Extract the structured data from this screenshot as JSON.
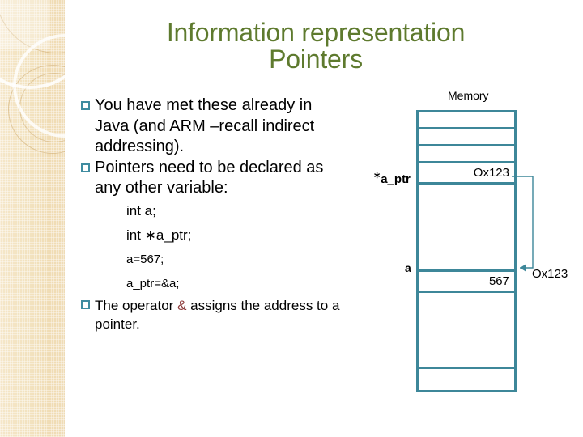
{
  "slide": {
    "title_line1": "Information representation",
    "title_line2": "Pointers",
    "title_color": "#5e7a2e",
    "accent_color": "#3d8799",
    "amp_color": "#8c3a3a",
    "background": "#ffffff",
    "sidebar_color": "#f2e2bf"
  },
  "bullets": [
    {
      "marker": "square-bullet",
      "text": "You have met these already in Java (and ARM –recall indirect addressing)."
    },
    {
      "marker": "square-bullet",
      "text": "Pointers need to be declared as any other variable:"
    }
  ],
  "code": [
    {
      "text": "int a;"
    },
    {
      "text": "int ∗a_ptr;"
    },
    {
      "text": "a=567;"
    },
    {
      "text": "a_ptr=&a;"
    }
  ],
  "final_bullet": {
    "marker": "square-bullet",
    "prefix": "The operator ",
    "operator": "&",
    "suffix": " assigns the address to a pointer."
  },
  "memory": {
    "title": "Memory",
    "pointer_label": "a_ptr",
    "pointer_label_star": "∗",
    "variable_label": "a",
    "pointer_value": "Ox123",
    "variable_value": "567",
    "address_annotation": "Ox123",
    "cells": [
      {
        "value": "",
        "height": 21
      },
      {
        "value": "",
        "height": 21
      },
      {
        "value": "",
        "height": 21
      },
      {
        "value": "Ox123",
        "height": 26
      },
      {
        "value": "",
        "height": 108
      },
      {
        "value": "567",
        "height": 26
      },
      {
        "value": "",
        "height": 94
      },
      {
        "value": "",
        "height": 26
      }
    ]
  }
}
